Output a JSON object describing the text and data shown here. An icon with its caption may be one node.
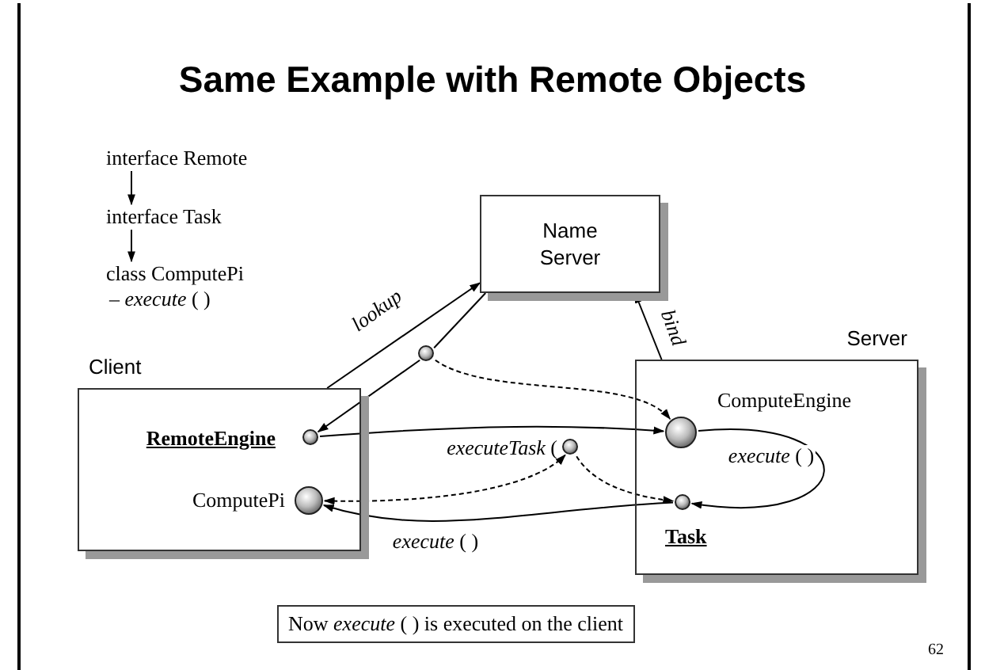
{
  "diagram": {
    "title": "Same Example with Remote Objects",
    "nodes": [
      {
        "text": [
          "interface Remote"
        ]
      },
      {
        "text": [
          "interface Task"
        ]
      },
      {
        "text": [
          "class ComputePi",
          "– *execute* ( )"
        ]
      },
      {
        "text": [
          "Name Server"
        ]
      },
      {
        "text": [
          "Client"
        ]
      },
      {
        "text": [],
        "shape": "circle",
        "in": 4,
        "beside": [
          "RemoteEngine"
        ]
      },
      {
        "text": [],
        "shape": "circle",
        "in": 4,
        "beside": [
          "ComputePi"
        ]
      },
      {
        "text": [
          "Server"
        ]
      },
      {
        "text": [],
        "shape": "circle",
        "in": 7,
        "beside": [
          "ComputeEngine"
        ]
      },
      {
        "text": [],
        "shape": "circle",
        "in": 7,
        "beside": [
          "Task"
        ]
      },
      {
        "text": [],
        "shape": "circle"
      },
      {
        "text": [],
        "shape": "circle",
        "beside": [
          "*executeTask* ("
        ]
      },
      {
        "text": [
          "Now *execute* ( ) is executed on the client"
        ]
      }
    ],
    "edges": [
      {
        "from": 0,
        "to": 1,
        "arrow": "to"
      },
      {
        "from": 1,
        "to": 2,
        "arrow": "to"
      },
      {
        "from": 4,
        "to": 3,
        "arrow": "to",
        "label": "lookup"
      },
      {
        "from": 3,
        "to": 10,
        "arrow": "none"
      },
      {
        "from": 10,
        "to": 5,
        "arrow": "to"
      },
      {
        "from": 10,
        "to": 8,
        "arrow": "to",
        "style": "dashed"
      },
      {
        "from": 7,
        "to": 3,
        "arrow": "to",
        "label": "bind"
      },
      {
        "from": 5,
        "to": 8,
        "arrow": "to"
      },
      {
        "from": 6,
        "to": 11,
        "arrow": "both",
        "style": "dashed"
      },
      {
        "from": 11,
        "to": 9,
        "arrow": "to",
        "style": "dashed"
      },
      {
        "from": 9,
        "to": 6,
        "arrow": "to",
        "label": "*execute* ( )"
      },
      {
        "from": 8,
        "to": 9,
        "arrow": "to",
        "label": "*execute* ( )"
      }
    ],
    "labels": [
      "62"
    ]
  }
}
